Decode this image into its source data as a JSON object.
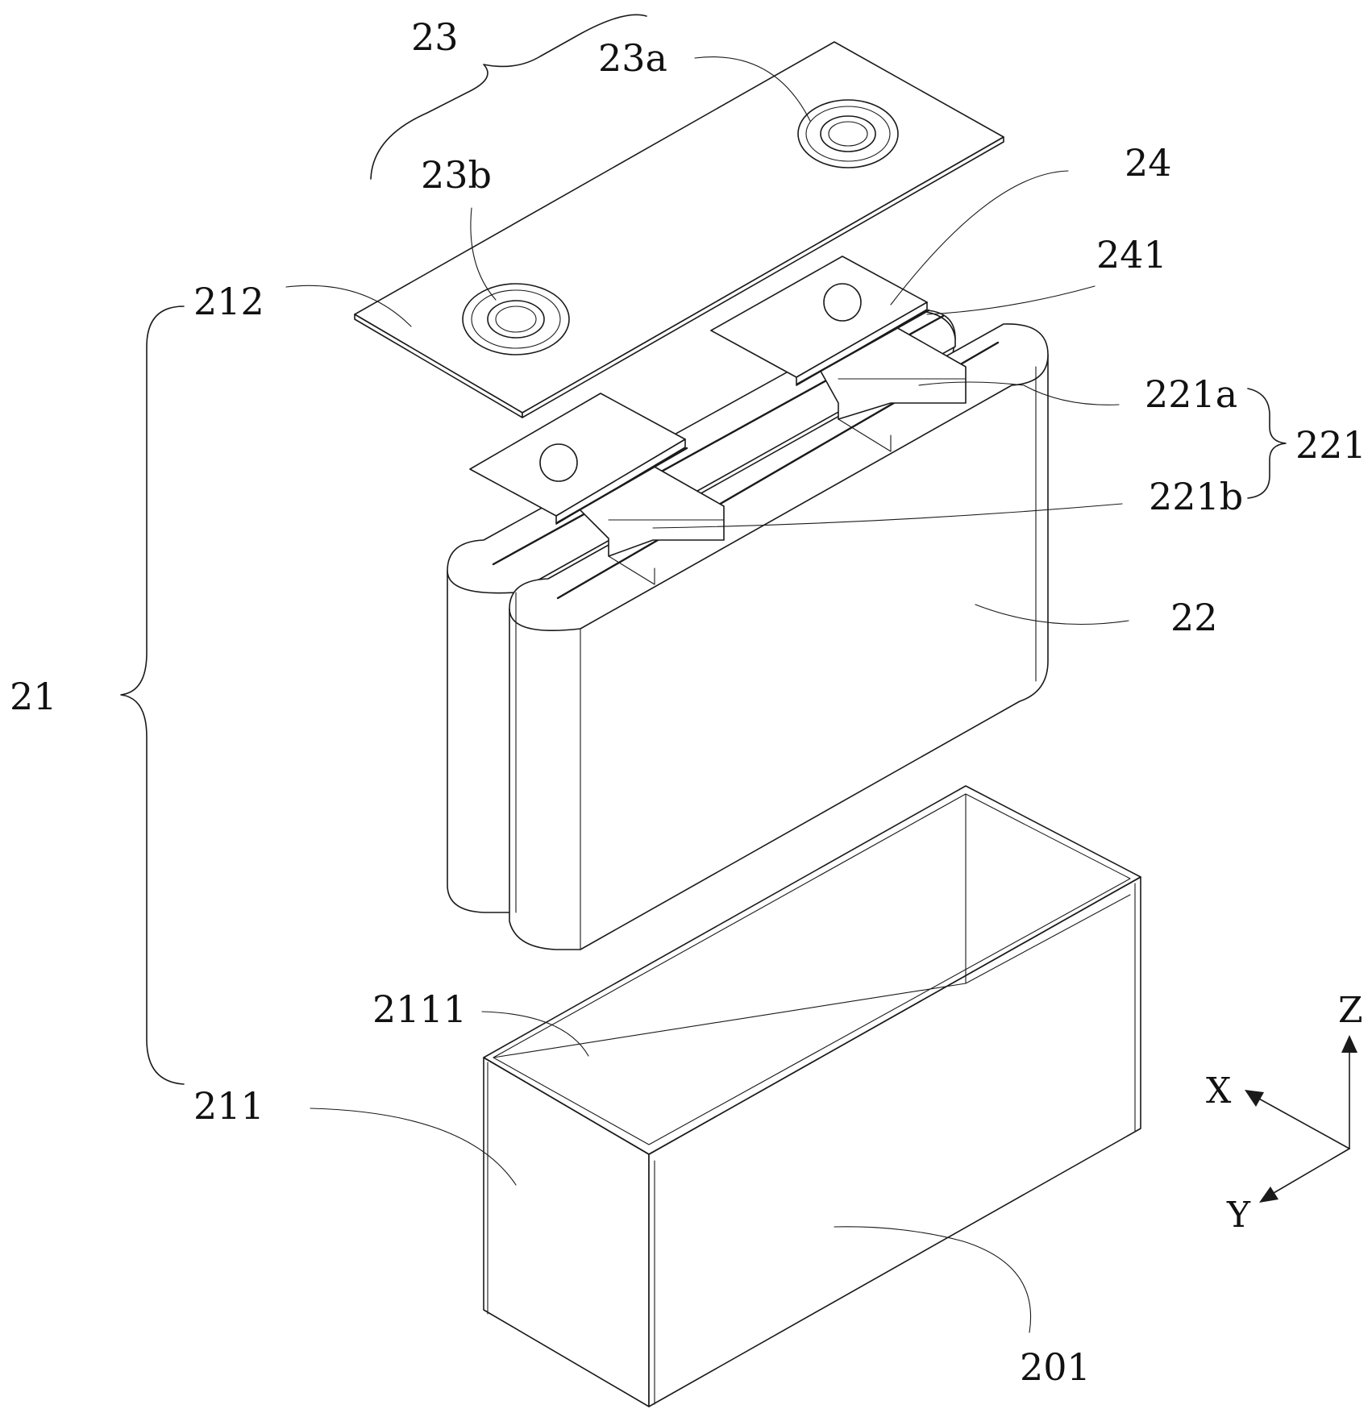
{
  "labels": {
    "l23": "23",
    "l23a": "23a",
    "l23b": "23b",
    "l24": "24",
    "l241": "241",
    "l212": "212",
    "l221a": "221a",
    "l221": "221",
    "l221b": "221b",
    "l22": "22",
    "l21": "21",
    "l2111": "2111",
    "l211": "211",
    "l201": "201"
  },
  "axes": {
    "x": "X",
    "y": "Y",
    "z": "Z"
  },
  "colors": {
    "line": "#1a1a1a",
    "background": "#ffffff"
  }
}
